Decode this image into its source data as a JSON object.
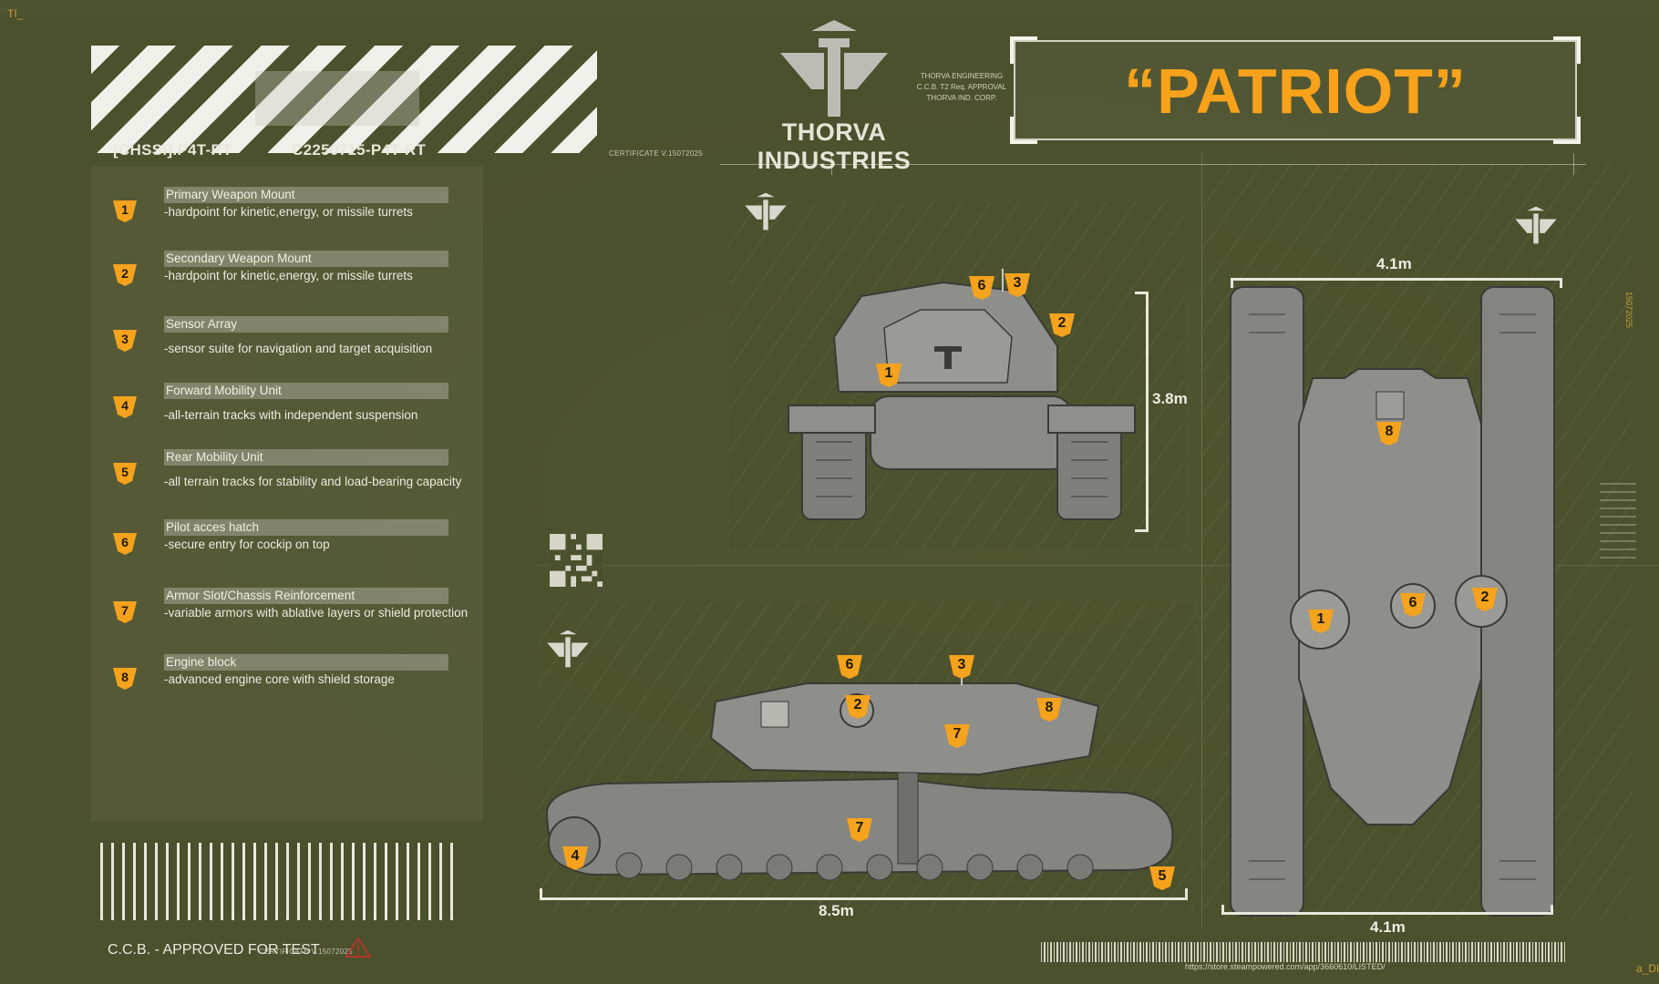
{
  "header": {
    "chassis_code": "[CHSSI].P4T-RT",
    "serial_code": "C2250715-P4T-RT",
    "certificate": "CERTIFICATE V.15072025",
    "corner_tag_top_left": "TI_",
    "corner_tag_bottom_right": "a_DI",
    "side_tag": "15072025"
  },
  "brand": {
    "name": "THORVA INDUSTRIES",
    "sub_lines": [
      "THORVA ENGINEERING",
      "C.C.B. T2 Req. APPROVAL",
      "THORVA IND. CORP."
    ]
  },
  "title": {
    "text": "“PATRIOT”"
  },
  "components": [
    {
      "num": "1",
      "name": "Primary Weapon Mount",
      "desc": "-hardpoint for kinetic,energy, or missile turrets"
    },
    {
      "num": "2",
      "name": "Secondary Weapon Mount",
      "desc": "-hardpoint for kinetic,energy, or missile turrets"
    },
    {
      "num": "3",
      "name": "Sensor Array",
      "desc": "-sensor suite for navigation and target acquisition"
    },
    {
      "num": "4",
      "name": "Forward Mobility Unit",
      "desc": "-all-terrain tracks with independent suspension"
    },
    {
      "num": "5",
      "name": "Rear Mobility Unit",
      "desc": "-all terrain tracks for stability and load-bearing capacity"
    },
    {
      "num": "6",
      "name": "Pilot acces hatch",
      "desc": "-secure entry for cockip on top"
    },
    {
      "num": "7",
      "name": "Armor Slot/Chassis Reinforcement",
      "desc": "-variable armors with ablative layers or shield protection"
    },
    {
      "num": "8",
      "name": "Engine block",
      "desc": "-advanced engine core with shield storage"
    }
  ],
  "dimensions": {
    "height": "3.8m",
    "length": "8.5m",
    "width_top": "4.1m",
    "width_bottom": "4.1m"
  },
  "footer": {
    "approval": "C.C.B. - APPROVED FOR TEST",
    "certificate": "CERTIFICATE V.15072025",
    "url": "https://store.steampowered.com/app/3660610/LISTED/"
  },
  "colors": {
    "background": "#4b502d",
    "accent": "#f7a21a",
    "badge": "#f5a21c",
    "vehicle": "#8f8f8c"
  }
}
